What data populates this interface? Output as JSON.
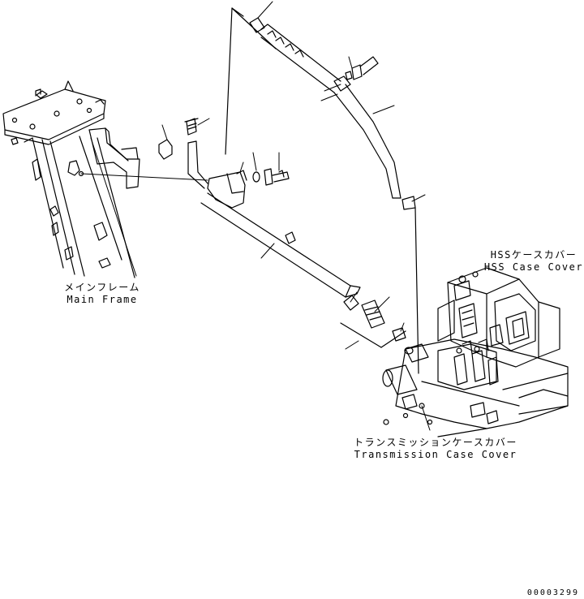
{
  "labels": {
    "main_frame_jp": "メインフレーム",
    "main_frame_en": "Main Frame",
    "hss_jp": "HSSケースカバー",
    "hss_en": "HSS Case Cover",
    "transmission_jp": "トランスミッションケースカバー",
    "transmission_en": "Transmission Case Cover"
  },
  "document_number": "00003299"
}
